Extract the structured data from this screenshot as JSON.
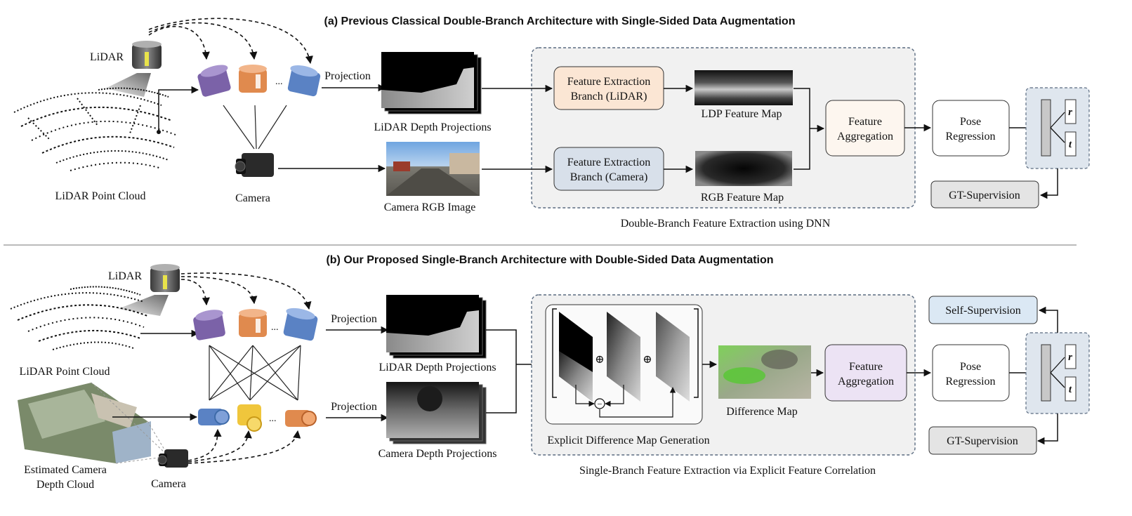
{
  "panel_a": {
    "title": "(a) Previous Classical Double-Branch Architecture with Single-Sided Data Augmentation",
    "lidar_label": "LiDAR",
    "point_cloud_label": "LiDAR Point Cloud",
    "camera_label": "Camera",
    "projection_label": "Projection",
    "ellipsis": "...",
    "depth_proj_label": "LiDAR Depth Projections",
    "rgb_image_label": "Camera RGB Image",
    "fe_lidar_line1": "Feature Extraction",
    "fe_lidar_line2": "Branch (LiDAR)",
    "fe_camera_line1": "Feature Extraction",
    "fe_camera_line2": "Branch (Camera)",
    "ldp_map_label": "LDP Feature Map",
    "rgb_map_label": "RGB Feature Map",
    "aggregation_line1": "Feature",
    "aggregation_line2": "Aggregation",
    "pose_line1": "Pose",
    "pose_line2": "Regression",
    "r_symbol": "r",
    "t_symbol": "t",
    "gt_supervision": "GT-Supervision",
    "dnn_caption": "Double-Branch Feature Extraction using DNN"
  },
  "panel_b": {
    "title": "(b) Our Proposed Single-Branch Architecture with Double-Sided Data Augmentation",
    "lidar_label": "LiDAR",
    "point_cloud_label": "LiDAR Point Cloud",
    "est_cloud_line1": "Estimated Camera",
    "est_cloud_line2": "Depth Cloud",
    "camera_label": "Camera",
    "projection_label_1": "Projection",
    "projection_label_2": "Projection",
    "ellipsis": "...",
    "lidar_proj_label": "LiDAR Depth Projections",
    "camera_proj_label": "Camera Depth Projections",
    "plus_symbol": "⊕",
    "minus_symbol": "−",
    "edm_caption": "Explicit Difference Map Generation",
    "difference_map_label": "Difference Map",
    "aggregation_line1": "Feature",
    "aggregation_line2": "Aggregation",
    "pose_line1": "Pose",
    "pose_line2": "Regression",
    "r_symbol": "r",
    "t_symbol": "t",
    "self_supervision": "Self-Supervision",
    "gt_supervision": "GT-Supervision",
    "single_branch_caption": "Single-Branch Feature Extraction via Explicit Feature Correlation"
  },
  "colors": {
    "fe_lidar_fill": "#fbe6d4",
    "fe_camera_fill": "#d8e0ea",
    "aggregation_a_fill": "#fdf6ef",
    "aggregation_b_fill": "#ece3f4",
    "self_supervision_fill": "#dbe8f4",
    "gt_fill": "#e4e4e4",
    "dashed_panel_fill": "#f1f1f1",
    "dashed_border": "#5a6b80",
    "purple_cam": "#7b62a8",
    "orange_cam": "#e08a4e",
    "blue_cam": "#5a82c4",
    "yellow_cam": "#f0c63c"
  }
}
